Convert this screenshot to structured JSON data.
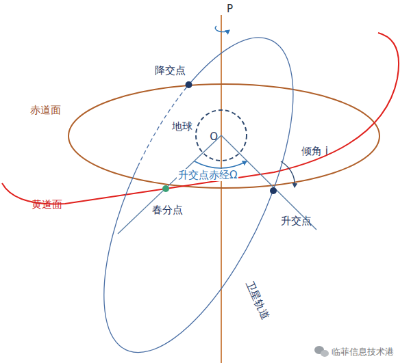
{
  "diagram": {
    "nodes": [
      {
        "text": [
          "地球",
          "O"
        ]
      }
    ],
    "labels": [
      "P",
      "降交点",
      "赤道面",
      "升交点赤经Ω",
      "倾角 i",
      "黄道面",
      "春分点",
      "升交点",
      "卫星轨道",
      "临菲信息技术港"
    ]
  }
}
